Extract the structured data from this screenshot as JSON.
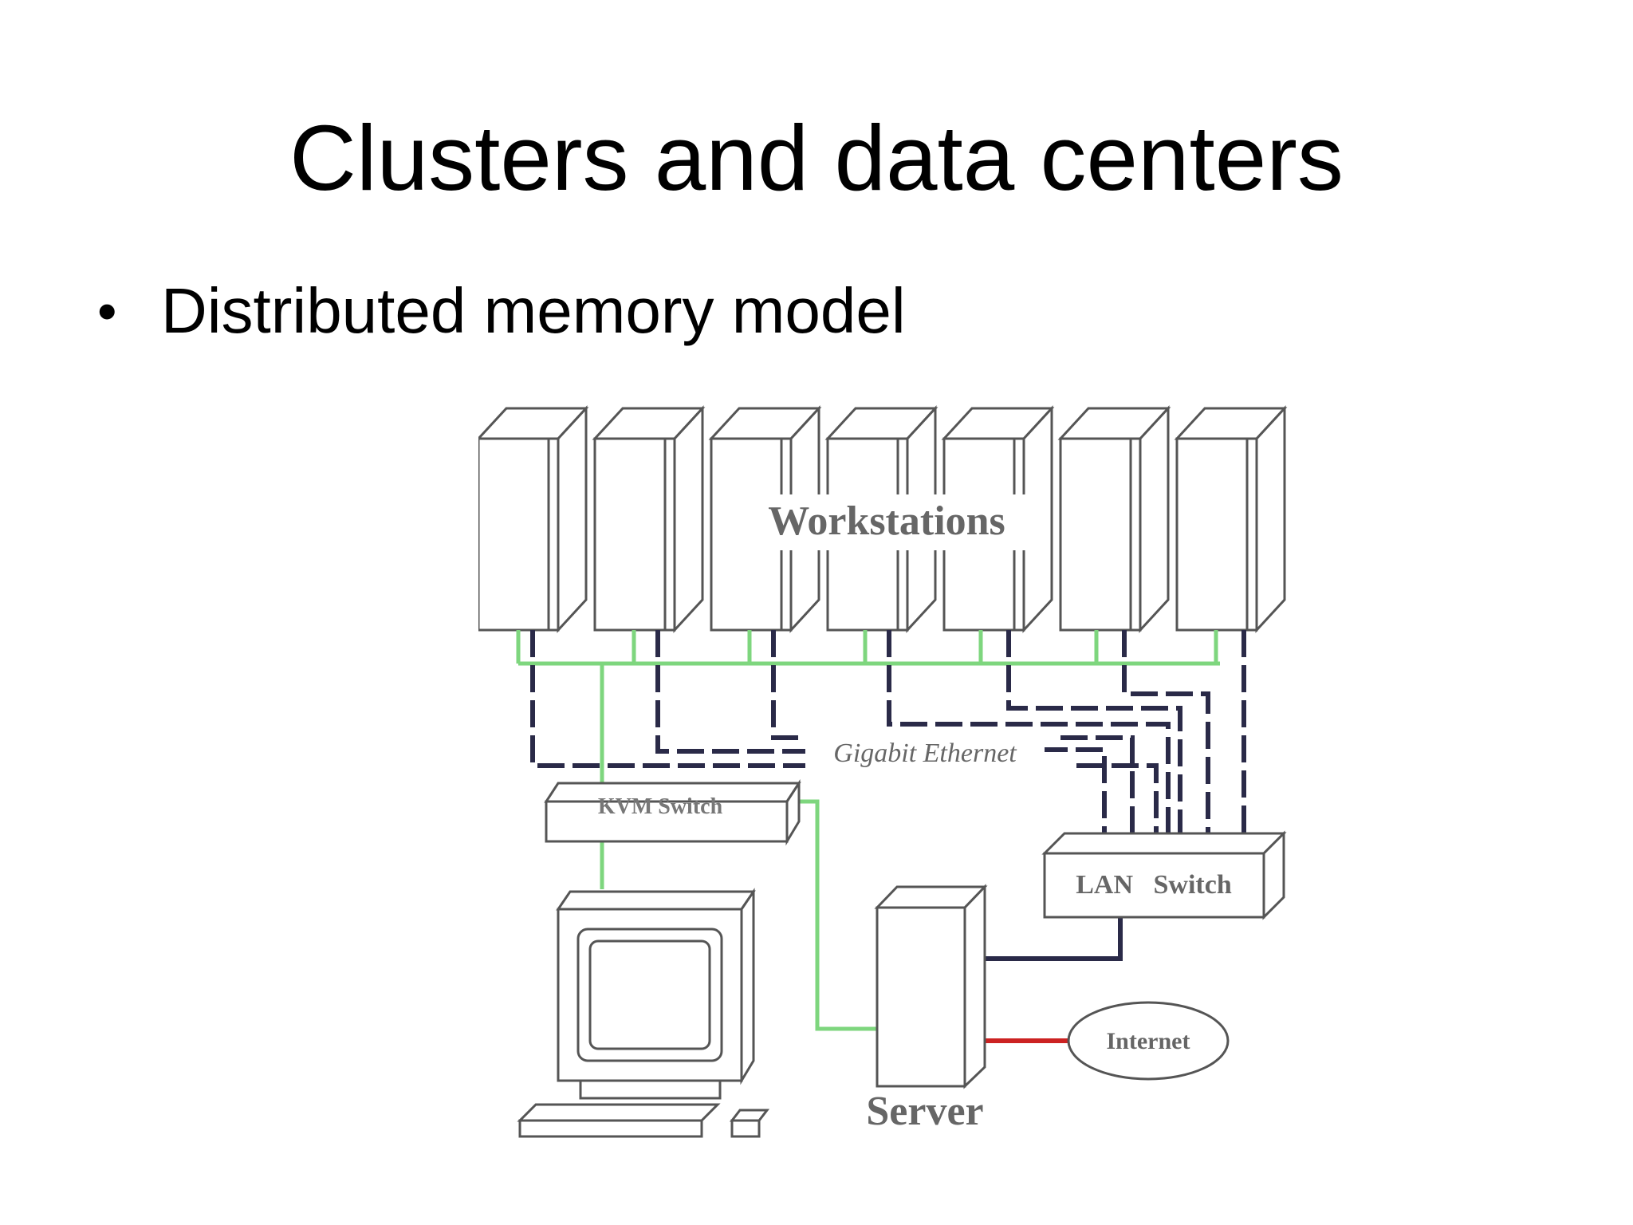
{
  "slide": {
    "title": "Clusters and data centers",
    "bullet": "Distributed memory model"
  },
  "diagram": {
    "labels": {
      "workstations": "Workstations",
      "gigabit_ethernet": "Gigabit Ethernet",
      "kvm_switch": "KVM Switch",
      "lan_switch": "LAN   Switch",
      "internet": "Internet",
      "server": "Server"
    },
    "workstation_count": 7,
    "colors": {
      "outline": "#555555",
      "kvm_cable": "#7ed67e",
      "ethernet_cable": "#2a2a48",
      "internet_cable": "#cc2222",
      "label_gray": "#666666"
    }
  }
}
